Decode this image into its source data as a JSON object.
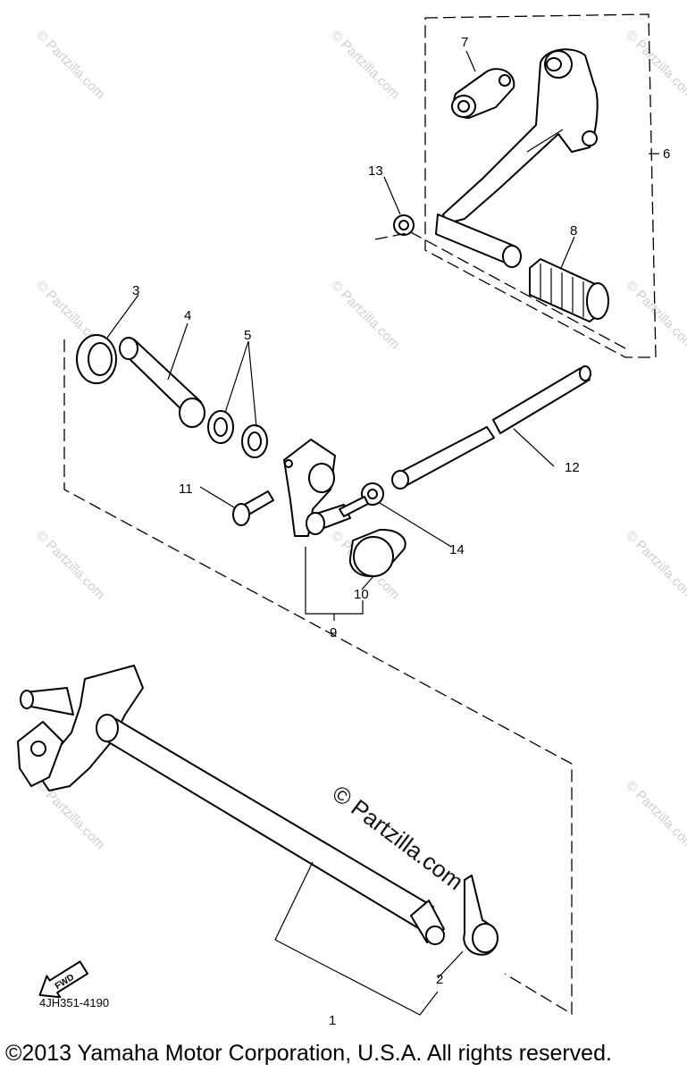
{
  "callouts": {
    "c1": "1",
    "c2": "2",
    "c3": "3",
    "c4": "4",
    "c5": "5",
    "c6": "6",
    "c7": "7",
    "c8": "8",
    "c9": "9",
    "c10": "10",
    "c11": "11",
    "c12": "12",
    "c13": "13",
    "c14": "14"
  },
  "fwd_label": "FWD",
  "watermark": "© Partzilla.com",
  "center_watermark": "© Partzilla.com",
  "diagram_code": "4JH351-4190",
  "copyright": "©2013 Yamaha Motor Corporation, U.S.A. All rights reserved."
}
